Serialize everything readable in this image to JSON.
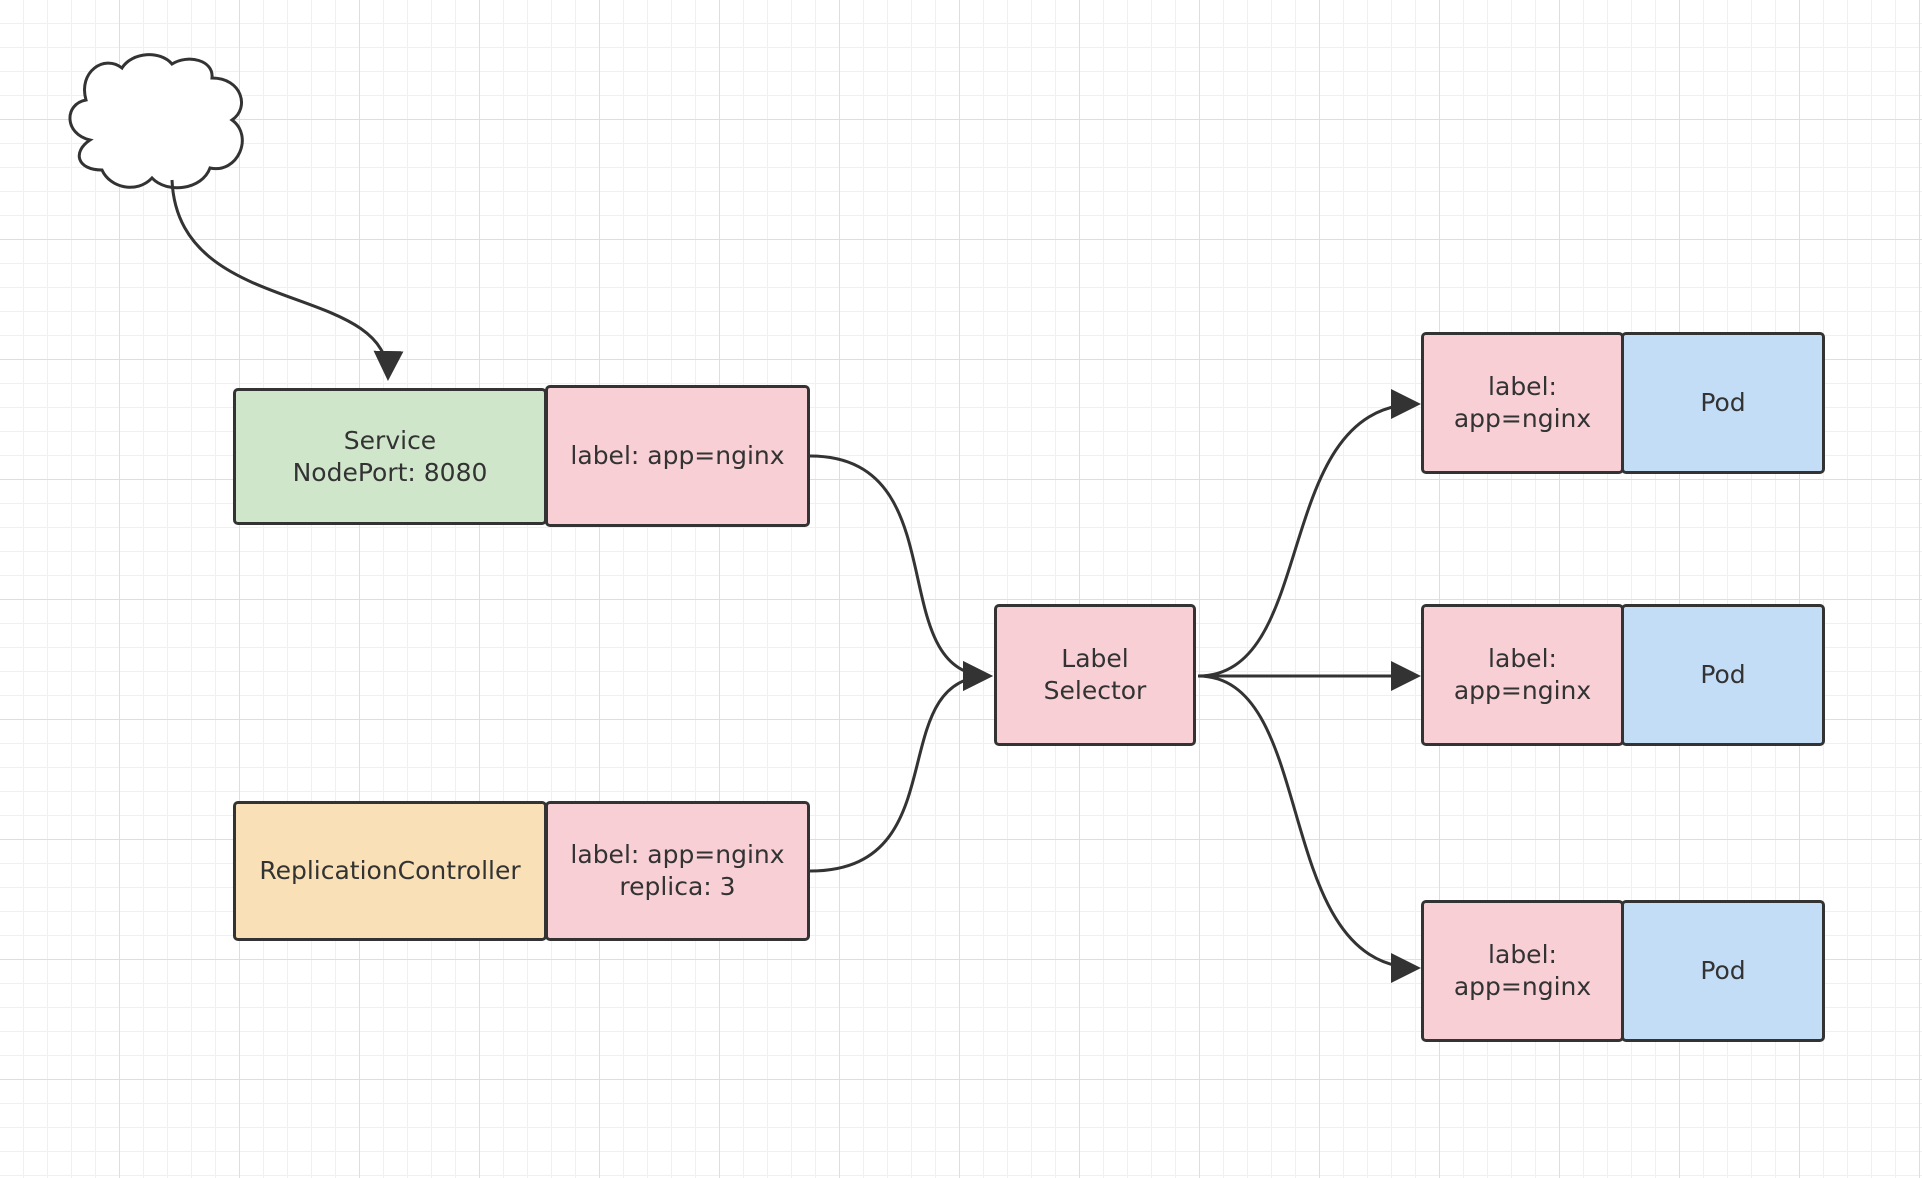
{
  "colors": {
    "green": "#d0e6cb",
    "pink": "#f7cfd5",
    "orange": "#f9e0b7",
    "blue": "#c3ddf6",
    "stroke": "#333333",
    "cloud": "#ffffff"
  },
  "nodes": {
    "service": "Service\nNodePort: 8080",
    "service_label": "label: app=nginx",
    "rc": "ReplicationController",
    "rc_label": "label: app=nginx\nreplica: 3",
    "selector": "Label\nSelector",
    "pods": [
      {
        "label": "label:\napp=nginx",
        "name": "Pod"
      },
      {
        "label": "label:\napp=nginx",
        "name": "Pod"
      },
      {
        "label": "label:\napp=nginx",
        "name": "Pod"
      }
    ]
  }
}
